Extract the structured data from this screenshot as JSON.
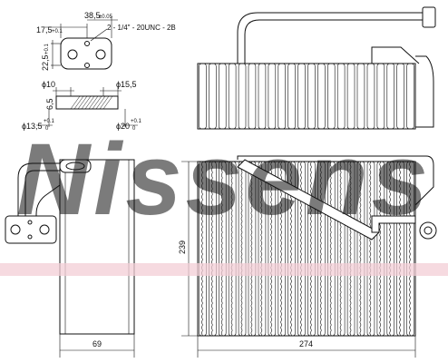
{
  "watermark": {
    "logo_text": "Nissens",
    "color": "#c9d7ea",
    "band_color": "#f3cdd6"
  },
  "dimensions": {
    "d_17_5": "17,5",
    "d_17_5_tol": "+0.1",
    "d_38_5": "38,5",
    "d_38_5_tol": "±0.05",
    "thread": "2 - 1/4\" - 20UNC - 2B",
    "d_22_5": "22,5",
    "d_22_5_tol": "+0.1",
    "dia_10": "ϕ10",
    "dia_15_5": "ϕ15,5",
    "d_6_5": "6,5",
    "dia_13_5": "ϕ13,5",
    "dia_13_5_tol_top": "+0.1",
    "dia_13_5_tol_bot": "0",
    "dia_20": "ϕ20",
    "dia_20_tol_top": "+0.1",
    "dia_20_tol_bot": "0",
    "height_239": "239",
    "width_69": "69",
    "width_274": "274"
  }
}
